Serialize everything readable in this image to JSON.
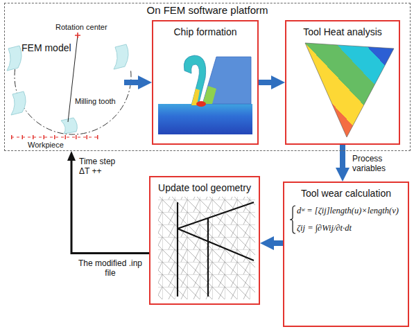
{
  "diagram": {
    "nodes": [
      {
        "text": [
          "On FEM software platform"
        ]
      },
      {
        "text": [
          "FEM model"
        ],
        "in": 0
      },
      {
        "text": [
          "Chip formation"
        ],
        "in": 0
      },
      {
        "text": [
          "Tool Heat analysis"
        ],
        "in": 0
      },
      {
        "text": [
          "Tool wear calculation",
          "dʷ = [ζij]length(u)×length(v)",
          "ζij = ∫∂Wij/∂t·dt"
        ]
      },
      {
        "text": [
          "Update tool geometry"
        ]
      }
    ],
    "edges": [
      {
        "from": 1,
        "to": 2,
        "arrow": "to"
      },
      {
        "from": 2,
        "to": 3,
        "arrow": "to"
      },
      {
        "from": 3,
        "to": 4,
        "arrow": "to",
        "label": "Process variables"
      },
      {
        "from": 4,
        "to": 5,
        "arrow": "to"
      },
      {
        "from": 5,
        "to": 0,
        "arrow": "to",
        "label": "The modified .inp file"
      }
    ],
    "labels": [
      "Rotation center",
      "Milling tooth",
      "Workpiece",
      "Time step ΔT ++"
    ]
  }
}
